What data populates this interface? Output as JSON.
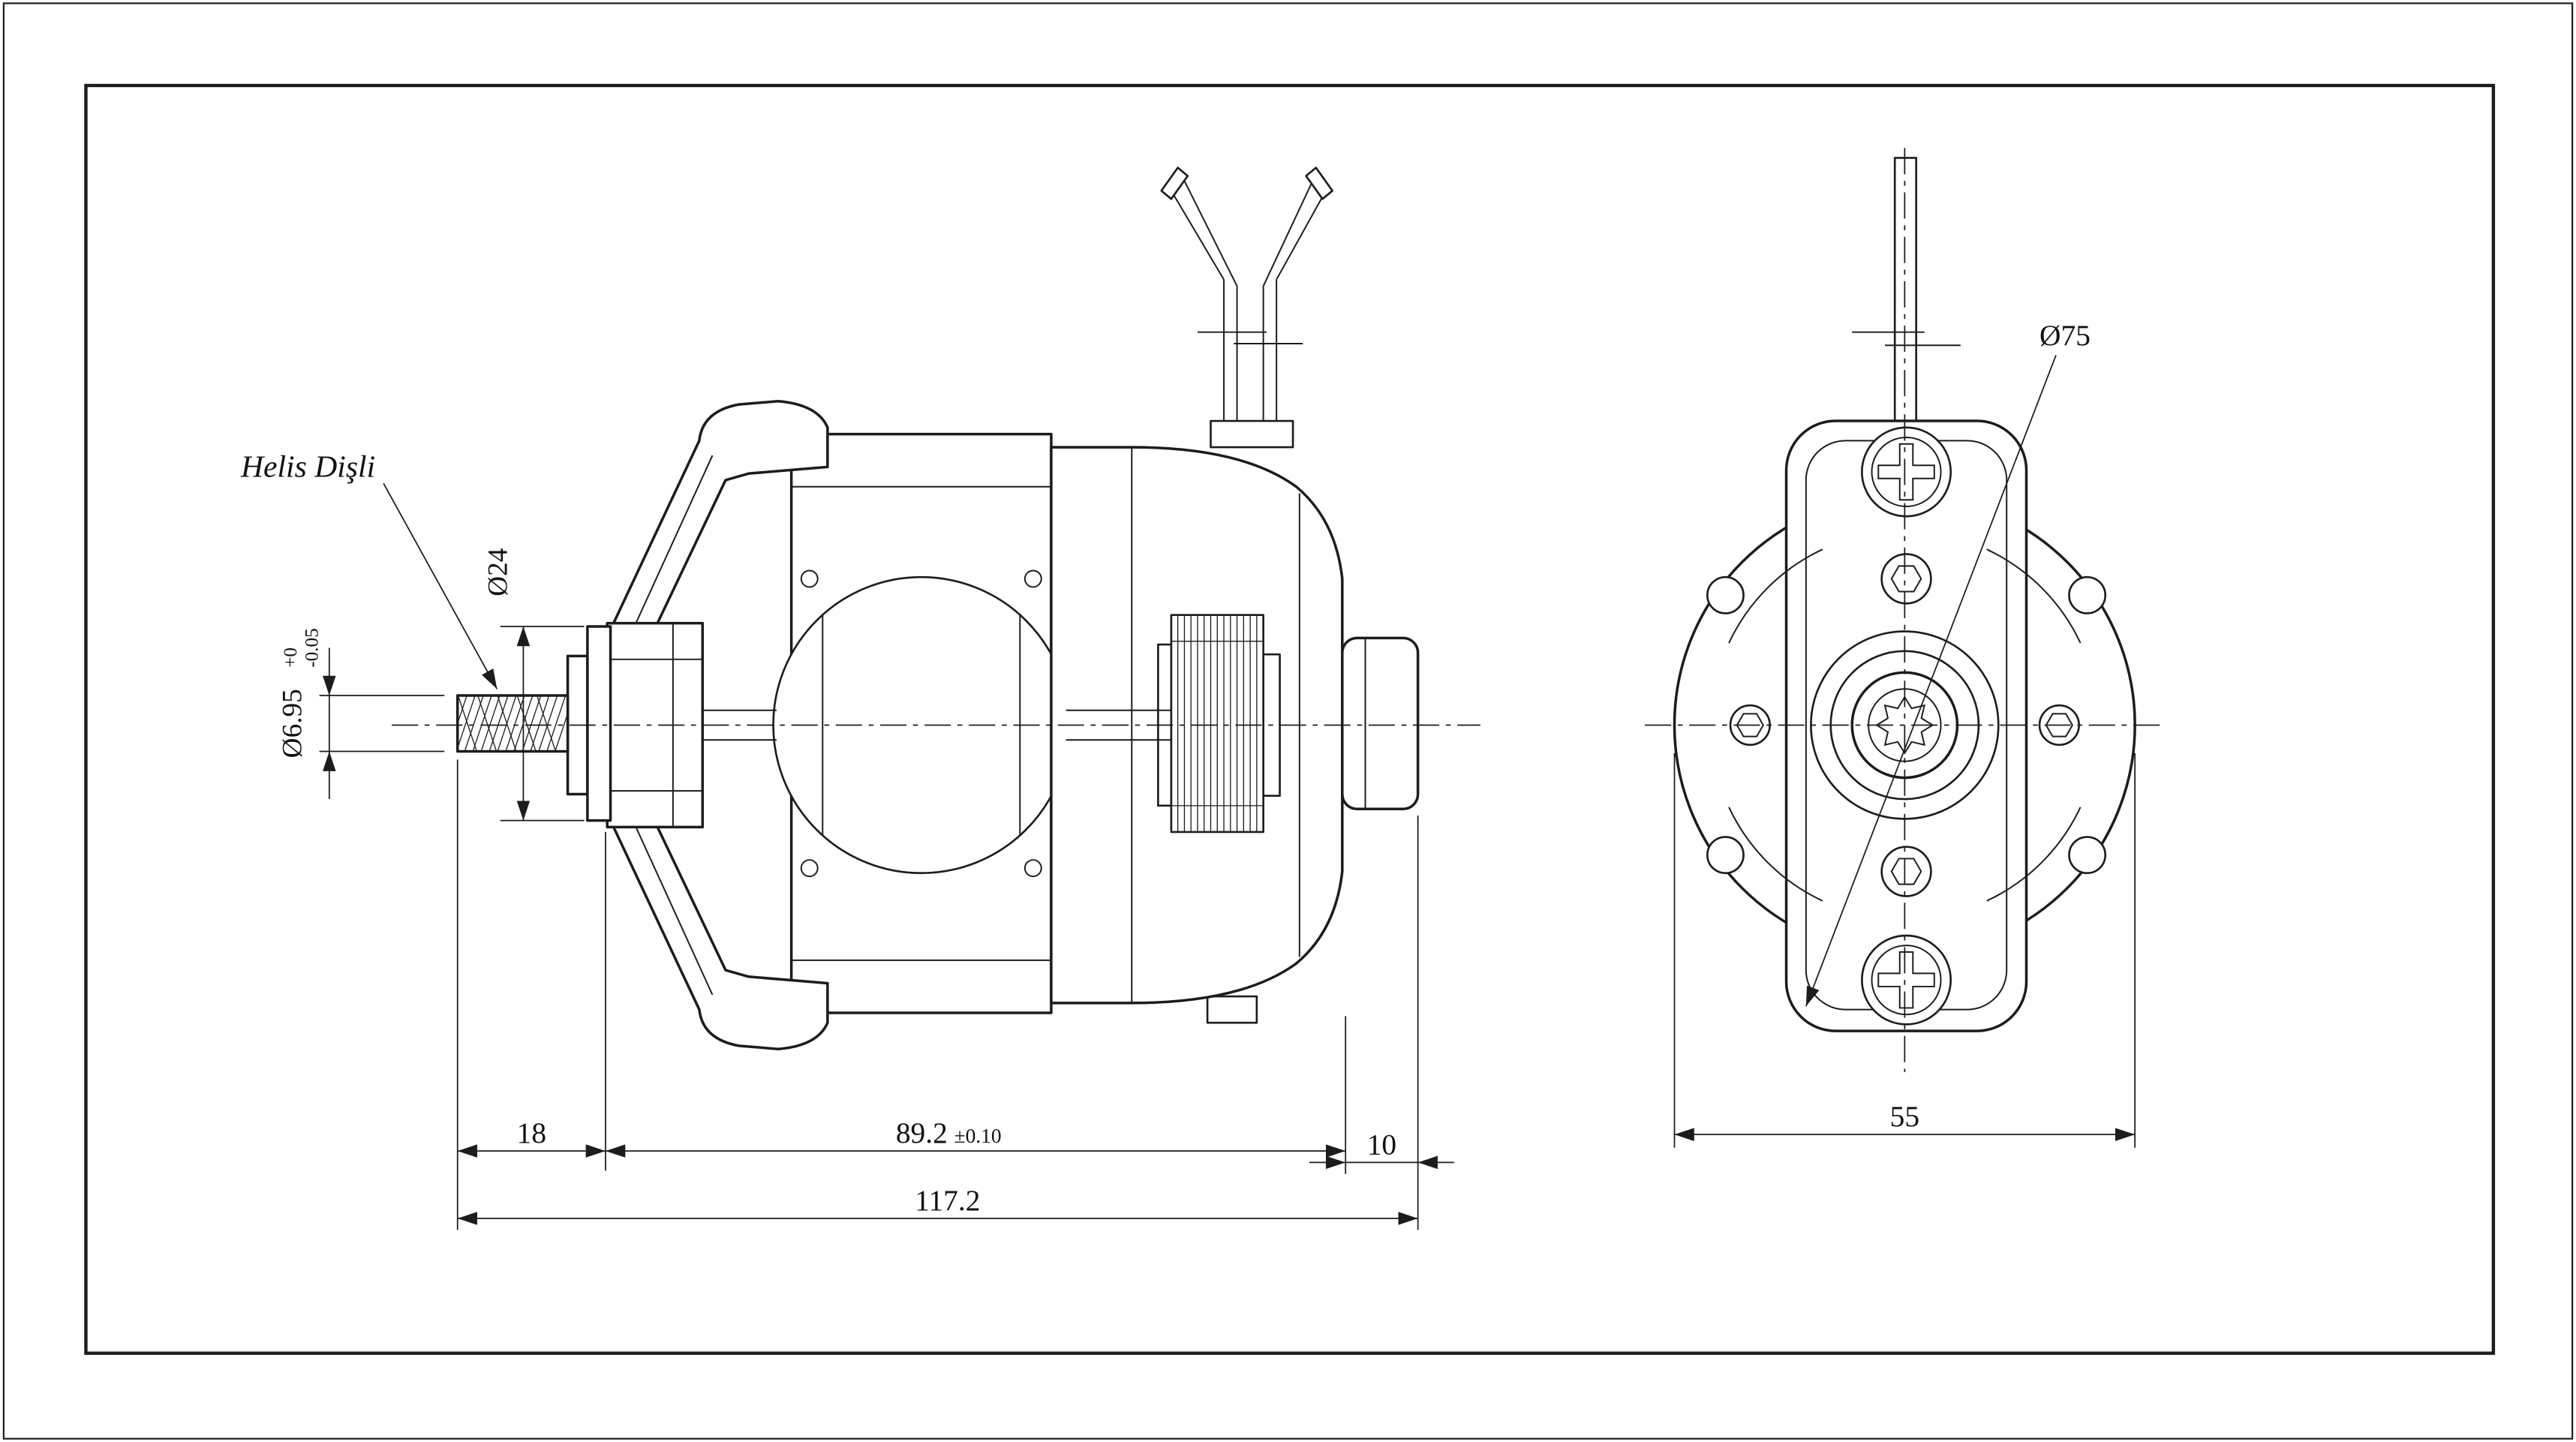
{
  "sheet": {
    "background": "#ffffff",
    "line_color": "#1c1c1c"
  },
  "labels": {
    "helical_gear": "Helis Dişli"
  },
  "dims": {
    "shaft_dia": "Ø6.95",
    "shaft_dia_tol_plus": "+0",
    "shaft_dia_tol_minus": "-0.05",
    "collar_dia": "Ø24",
    "gear_length": "18",
    "body_length": "89.2",
    "body_length_tol": "±0.10",
    "rear_length": "10",
    "overall_length": "117.2",
    "flange_dia": "Ø75",
    "width": "55"
  }
}
